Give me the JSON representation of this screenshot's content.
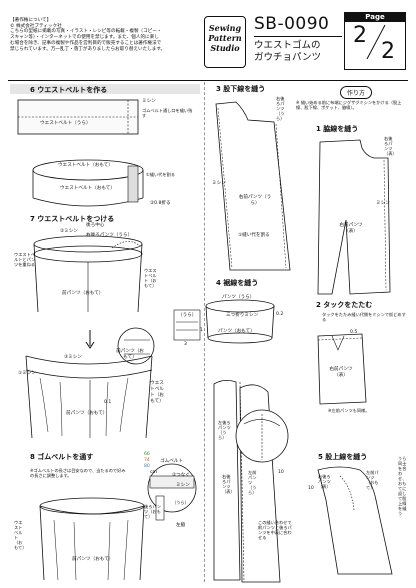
{
  "notice": {
    "heading": "【著作権について】",
    "company": "© 株式会社ブティック社",
    "lines": [
      "こちらの型紙に掲載の写真・イラスト・レシピ等の転載・複製（コピー・",
      "スキャン等）・インターネットでの使用を禁じます。また、個人的に楽し",
      "む場合を除き、記事の複製や作品を営利目的で販売することは著作権法で",
      "禁じられています。万一乱丁・落丁がありましたらお取り替えいたします。"
    ]
  },
  "logo": {
    "line1": "Sewing",
    "line2": "Pattern",
    "line3": "Studio"
  },
  "header": {
    "code": "SB-0090",
    "title_line1": "ウエストゴムの",
    "title_line2": "ガウチョパンツ",
    "page_label": "Page",
    "page_current": "2",
    "page_total": "2"
  },
  "how_to": {
    "label": "作り方",
    "note": "※ 縫い始める前に布端にジグザグミシンをかける（股上線、股下線、ポケット、脇線）。"
  },
  "steps": {
    "s1": "1 脇線を縫う",
    "s2": "2 タックをたたむ",
    "s2_note": "タックをたたみ縫い代側をミシンで仮どめする",
    "s2_mark": "0.5",
    "s2_footnote": "※左前パンツも同様。",
    "s3": "3 股下線を縫う",
    "s4": "4 裾線を縫う",
    "s5": "5 股上線を縫う",
    "s6": "6 ウエストベルトを作る",
    "s7": "7 ウエストベルトをつける",
    "s8": "8 ゴムベルトを通す",
    "s8_note": "※ゴムベルトの長さは目安なので、当たるので好みの長さに調整します。"
  },
  "labels": {
    "right_front": "右前パンツ（表）",
    "right_back": "右後ろパンツ（うら）",
    "right_back_pants": "右後ろパンツ（表）",
    "front_pants": "前パンツ（おもて）",
    "back_pants": "後ろパンツ（おもて）",
    "right_pants": "右前パンツ（うら）",
    "pants_ura": "パンツ（うら）",
    "pants_omote": "パンツ（おもて）",
    "left_front": "左前パンツ（うら）",
    "left_back": "左後ろパンツ（うら）",
    "waist_ura": "ウエストベルト（うら）",
    "waist_omote": "ウエストベルト（おもて）",
    "waist_belt_v": "ウエストベルト（おもて）",
    "gom_gap": "ゴムベルト通し口を縫い残す",
    "mishin": "ミシン",
    "mishin1": "①ミシン",
    "mishin2": "②ミシン",
    "mishin3": "③ミシン",
    "ori": "②0.8折る",
    "ori2": "①縫い代を割る",
    "ori3": "①縫い代を割る",
    "back_center": "後ろ中心",
    "gom": "ゴムベルト",
    "gom_note": "①ゴムベルトを通す",
    "kasane": "ウエストベルトとパンツを重ねる",
    "sanmitsu": "三つ折りミシン",
    "num_1": "1",
    "num_3": "3",
    "num_02": "0.2",
    "num_01": "0.1",
    "num_10": "10",
    "num_10b": "10",
    "belt_ura": "（うら）",
    "gom_size_a": "66",
    "gom_size_b": "74",
    "gom_size_c": "80",
    "gom_label": "ゴムベルト",
    "gom_cm": "cm",
    "tsunagu": "②つなぐ",
    "kamoku": "左脇",
    "note5": "うら同士を合わせ、おもてに返して股上線を縫う",
    "note_rearcenter": "この縫い合わせで前パンツと後ろパンツを中表に合わせる",
    "note_ura_kaesu": "後ろパンツを表に返す",
    "left_front_o": "左前パンツ（おもて）"
  }
}
